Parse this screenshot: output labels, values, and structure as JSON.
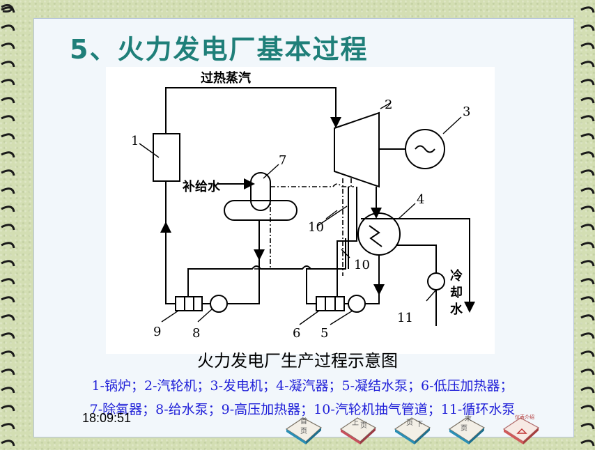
{
  "slide": {
    "title": "5、火力发电厂基本过程",
    "caption": "火力发电厂生产过程示意图",
    "legend_line1": "1-锅炉；2-汽轮机；3-发电机；4-凝汽器；5-凝结水泵；6-低压加热器；",
    "legend_line2": "7-除氧器；8-给水泵；9-高压加热器；10-汽轮机抽气管道；11-循环水泵",
    "clock": "18:09:51"
  },
  "diagram": {
    "steam_label": "过热蒸汽",
    "makeup_label": "补给水",
    "cooling_label": [
      "冷",
      "却",
      "水"
    ],
    "numbers": {
      "n1": "1",
      "n2": "2",
      "n3": "3",
      "n4": "4",
      "n5": "5",
      "n6": "6",
      "n7": "7",
      "n8": "8",
      "n9": "9",
      "n10a": "10",
      "n10b": "10",
      "n11": "11"
    }
  },
  "nav": {
    "first": [
      "首",
      "页"
    ],
    "prev": [
      "上",
      "页"
    ],
    "next": [
      "页",
      "下"
    ],
    "last": [
      "末",
      "页"
    ],
    "end": "仪表介绍"
  },
  "colors": {
    "title": "#1f7f79",
    "legend": "#1f1fd8",
    "panel": "#f2f7fb",
    "background": "#d3deb3"
  }
}
